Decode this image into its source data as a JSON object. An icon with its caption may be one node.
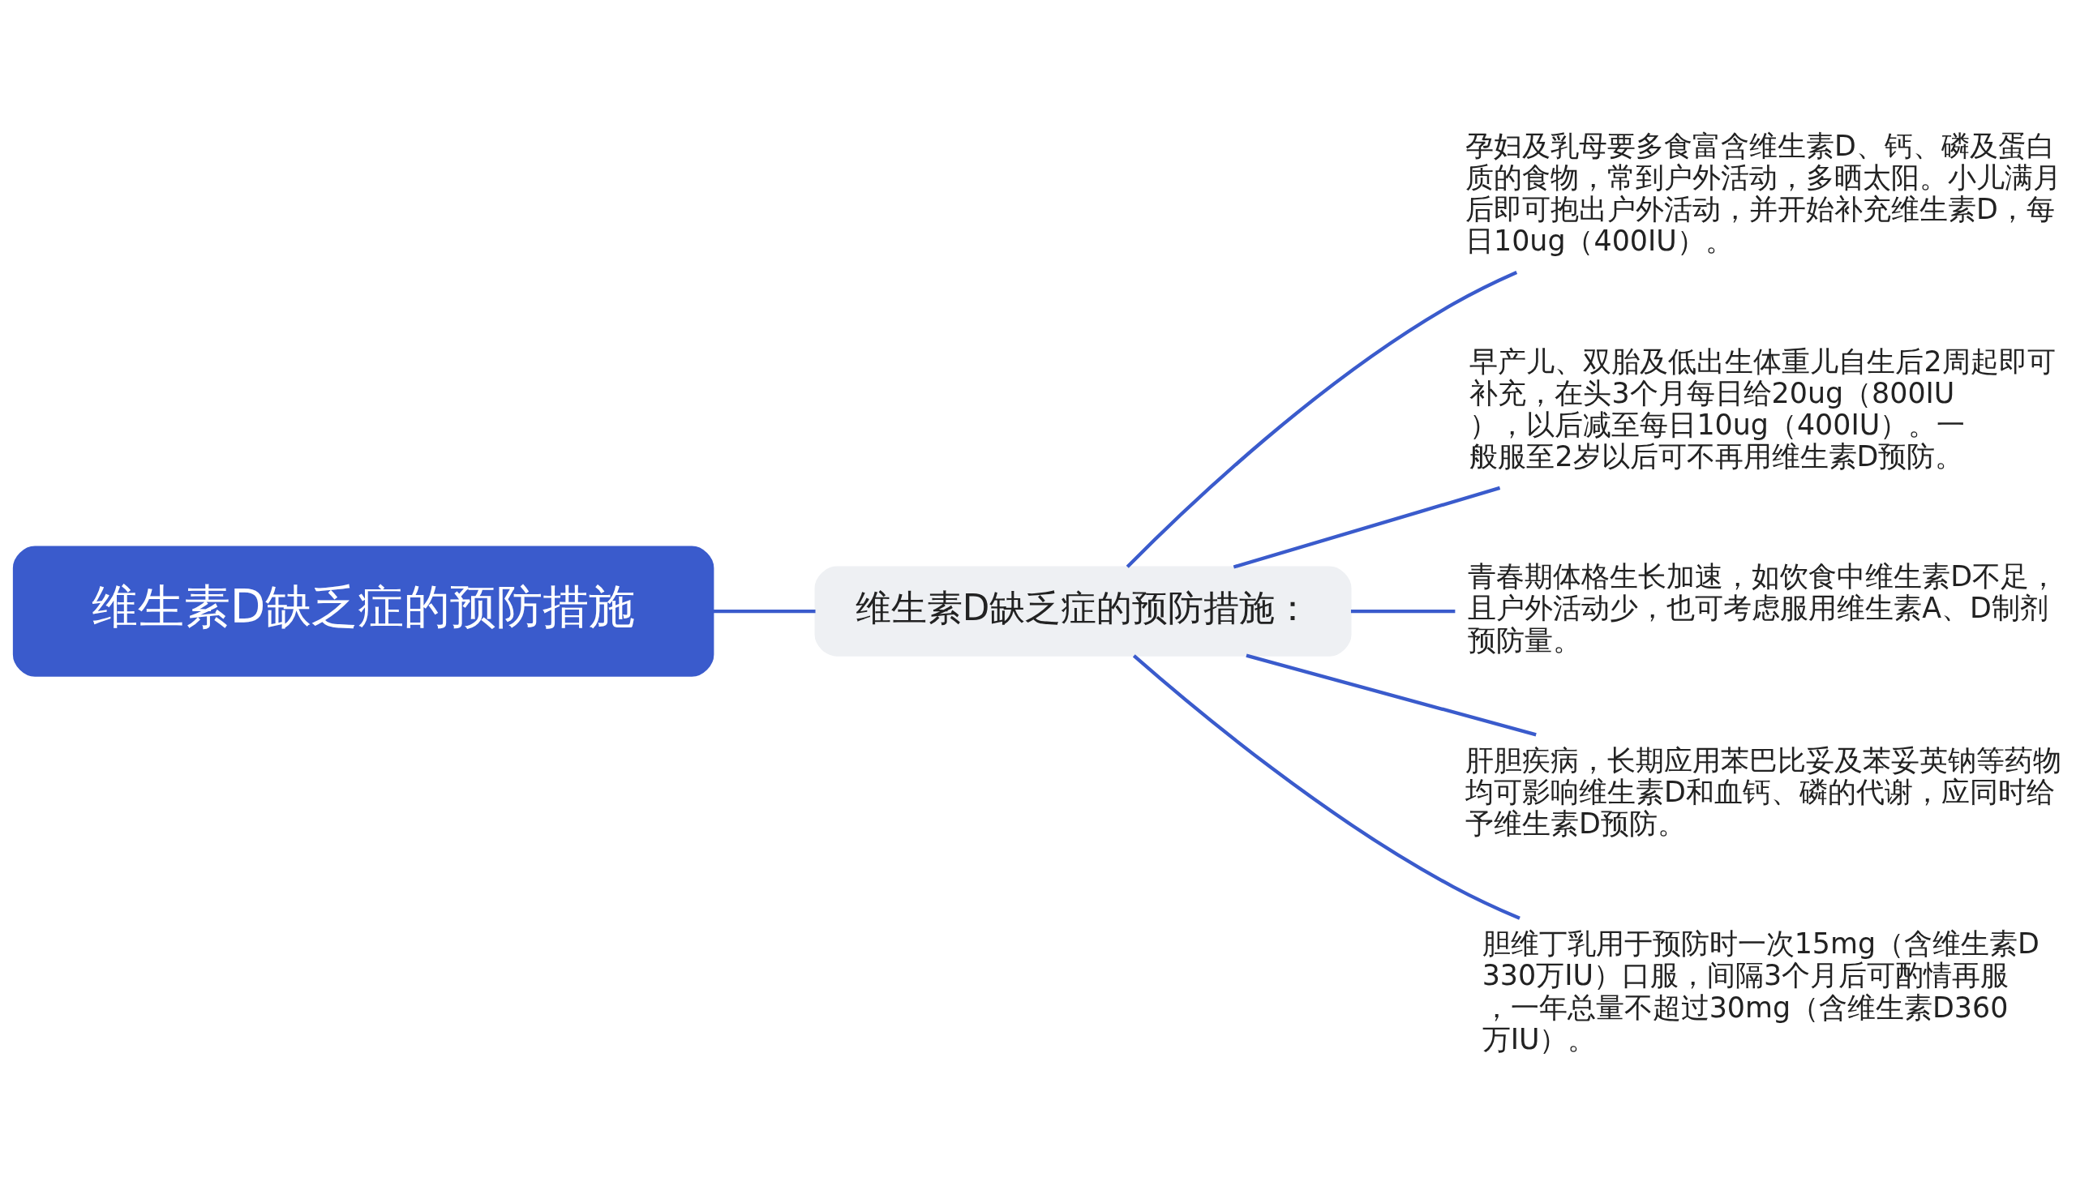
{
  "diagram": {
    "nodes": [
      {
        "text": [
          "维生素D缺乏症的预防措施"
        ]
      },
      {
        "text": [
          "维生素D缺乏症的预防措施："
        ]
      },
      {
        "text": [
          "孕妇及乳母要多食富含维生素D、钙、磷及蛋白质的食物，常到户外活动，多晒太阳。小儿满月后即可抱出户外活动，并开始补充维生素D，每日10ug（400IU）。"
        ]
      },
      {
        "text": [
          "早产儿、双胎及低出生体重儿自生后2周起即可补充，在头3个月每日给20ug（800IU），以后减至每日10ug（400IU）。一般服至2岁以后可不再用维生素D预防。"
        ]
      },
      {
        "text": [
          "青春期体格生长加速，如饮食中维生素D不足，且户外活动少，也可考虑服用维生素A、D制剂预防量。"
        ]
      },
      {
        "text": [
          "肝胆疾病，长期应用苯巴比妥及苯妥英钠等药物均可影响维生素D和血钙、磷的代谢，应同时给予维生素D预防。"
        ]
      },
      {
        "text": [
          "胆维丁乳用于预防时一次15mg（含维生素D330万IU）口服，间隔3个月后可酌情再服，一年总量不超过30mg（含维生素D360万IU）。"
        ]
      }
    ],
    "edges": [
      {
        "from": 0,
        "to": 1,
        "arrow": "none"
      },
      {
        "from": 1,
        "to": 2,
        "arrow": "none"
      },
      {
        "from": 1,
        "to": 3,
        "arrow": "none"
      },
      {
        "from": 1,
        "to": 4,
        "arrow": "none"
      },
      {
        "from": 1,
        "to": 5,
        "arrow": "none"
      },
      {
        "from": 1,
        "to": 6,
        "arrow": "none"
      }
    ]
  }
}
